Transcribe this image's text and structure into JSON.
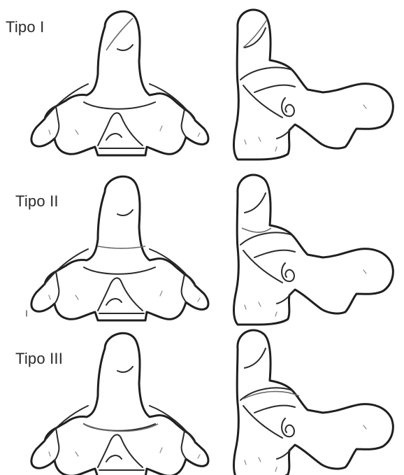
{
  "labels": {
    "type_1": "Tipo I",
    "type_2": "Tipo II",
    "type_3": "Tipo III"
  },
  "colors": {
    "ink": "#1f1f1f",
    "fracture_line": "#6a6a6a",
    "background": "#ffffff"
  }
}
